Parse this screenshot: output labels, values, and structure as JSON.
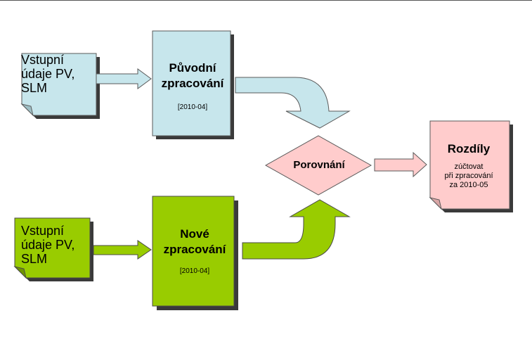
{
  "diagram": {
    "input_top": {
      "lines": [
        "Vstupní",
        "údaje PV,",
        "SLM"
      ]
    },
    "original_processing": {
      "title_lines": [
        "Původní",
        "zpracování"
      ],
      "period": "[2010-04]"
    },
    "input_bottom": {
      "lines": [
        "Vstupní",
        "údaje PV,",
        "SLM"
      ]
    },
    "new_processing": {
      "title_lines": [
        "Nové",
        "zpracování"
      ],
      "period": "[2010-04]"
    },
    "comparison": {
      "label": "Porovnání"
    },
    "differences": {
      "title": "Rozdíly",
      "sub_lines": [
        "zúčtovat",
        "při zpracování",
        "za 2010-05"
      ]
    }
  },
  "colors": {
    "light_blue": "#c7e6ec",
    "green": "#99cc00",
    "pink": "#ffcccc",
    "outline": "#5a5a5a",
    "shadow": "#3a3a3a"
  }
}
